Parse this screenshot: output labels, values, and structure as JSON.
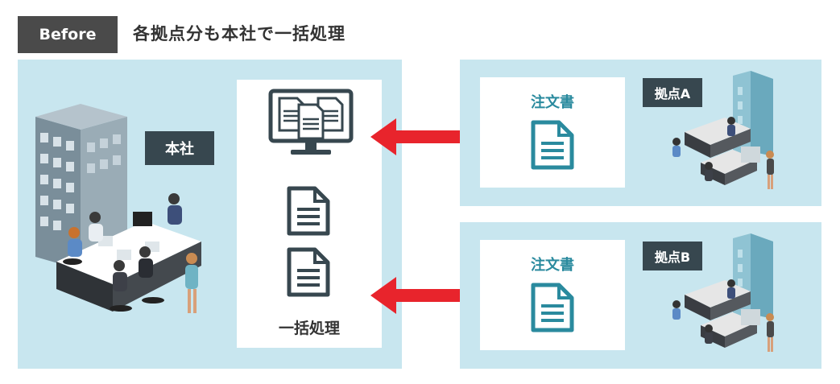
{
  "header": {
    "tag": "Before",
    "title": "各拠点分も本社で一括処理"
  },
  "hq": {
    "label": "本社",
    "processing_label": "一括処理"
  },
  "site_a": {
    "doc_title": "注文書",
    "label": "拠点A"
  },
  "site_b": {
    "doc_title": "注文書",
    "label": "拠点B"
  },
  "colors": {
    "panel_bg": "#c8e6ef",
    "arrow": "#e8242c",
    "teal": "#2a8a9e",
    "dark_label": "#37474f",
    "icon_dark": "#37474f"
  }
}
